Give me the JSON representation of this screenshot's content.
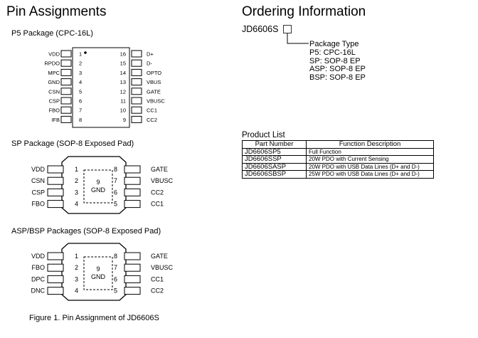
{
  "pin_assignments": {
    "title": "Pin Assignments",
    "p5": {
      "heading": "P5 Package (CPC-16L)",
      "left_pins": [
        {
          "num": "1",
          "name": "VDD"
        },
        {
          "num": "2",
          "name": "RPDO"
        },
        {
          "num": "3",
          "name": "MPC"
        },
        {
          "num": "4",
          "name": "GND"
        },
        {
          "num": "5",
          "name": "CSN"
        },
        {
          "num": "6",
          "name": "CSP"
        },
        {
          "num": "7",
          "name": "FBO"
        },
        {
          "num": "8",
          "name": "IFB"
        }
      ],
      "right_pins": [
        {
          "num": "16",
          "name": "D+"
        },
        {
          "num": "15",
          "name": "D-"
        },
        {
          "num": "14",
          "name": "OPTO"
        },
        {
          "num": "13",
          "name": "VBUS"
        },
        {
          "num": "12",
          "name": "GATE"
        },
        {
          "num": "11",
          "name": "VBUSC"
        },
        {
          "num": "10",
          "name": "CC1"
        },
        {
          "num": "9",
          "name": "CC2"
        }
      ]
    },
    "sp": {
      "heading": "SP Package (SOP-8 Exposed Pad)",
      "left_pins": [
        {
          "num": "1",
          "name": "VDD"
        },
        {
          "num": "2",
          "name": "CSN"
        },
        {
          "num": "3",
          "name": "CSP"
        },
        {
          "num": "4",
          "name": "FBO"
        }
      ],
      "right_pins": [
        {
          "num": "8",
          "name": "GATE"
        },
        {
          "num": "7",
          "name": "VBUSC"
        },
        {
          "num": "6",
          "name": "CC2"
        },
        {
          "num": "5",
          "name": "CC1"
        }
      ],
      "pad_num": "9",
      "pad_name": "GND"
    },
    "asp": {
      "heading": "ASP/BSP Packages (SOP-8 Exposed Pad)",
      "left_pins": [
        {
          "num": "1",
          "name": "VDD"
        },
        {
          "num": "2",
          "name": "FBO"
        },
        {
          "num": "3",
          "name": "DPC"
        },
        {
          "num": "4",
          "name": "DNC"
        }
      ],
      "right_pins": [
        {
          "num": "8",
          "name": "GATE"
        },
        {
          "num": "7",
          "name": "VBUSC"
        },
        {
          "num": "6",
          "name": "CC1"
        },
        {
          "num": "5",
          "name": "CC2"
        }
      ],
      "pad_num": "9",
      "pad_name": "GND"
    },
    "caption": "Figure 1. Pin Assignment of JD6606S"
  },
  "ordering": {
    "title": "Ordering Information",
    "code": "JD6606S",
    "package_type_label": "Package Type",
    "options": [
      "P5: CPC-16L",
      "SP: SOP-8 EP",
      "ASP: SOP-8 EP",
      "BSP: SOP-8 EP"
    ]
  },
  "product_list": {
    "title": "Product List",
    "headers": [
      "Part Number",
      "Function Description"
    ],
    "rows": [
      [
        "JD6606SP5",
        "Full Function"
      ],
      [
        "JD6606SSP",
        "20W PDO with Current Sensing"
      ],
      [
        "JD6606SASP",
        "20W PDO with USB Data Lines (D+ and D-)"
      ],
      [
        "JD6606SBSP",
        "25W PDO with USB Data Lines (D+ and D-)"
      ]
    ]
  }
}
